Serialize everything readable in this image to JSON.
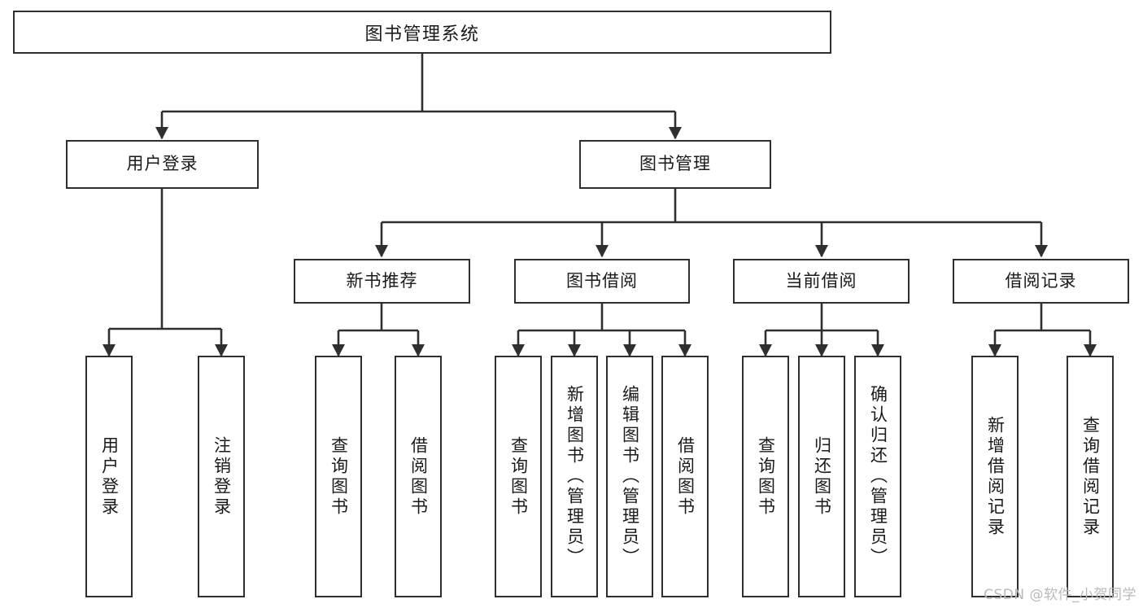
{
  "diagram": {
    "title": "图书管理系统",
    "type": "tree-hierarchy-chart",
    "root": {
      "id": "root",
      "label": "图书管理系统"
    },
    "level1": [
      {
        "id": "user-login",
        "label": "用户登录"
      },
      {
        "id": "book-manage",
        "label": "图书管理"
      }
    ],
    "level2": [
      {
        "id": "new-book-rec",
        "label": "新书推荐",
        "parent": "book-manage"
      },
      {
        "id": "book-borrow",
        "label": "图书借阅",
        "parent": "book-manage"
      },
      {
        "id": "current-borrow",
        "label": "当前借阅",
        "parent": "book-manage"
      },
      {
        "id": "borrow-record",
        "label": "借阅记录",
        "parent": "book-manage"
      }
    ],
    "leaves": [
      {
        "id": "leaf-user-login",
        "label": "用户登录",
        "parent": "user-login"
      },
      {
        "id": "leaf-logout",
        "label": "注销登录",
        "parent": "user-login"
      },
      {
        "id": "leaf-query-book-1",
        "label": "查询图书",
        "parent": "new-book-rec"
      },
      {
        "id": "leaf-borrow-book-1",
        "label": "借阅图书",
        "parent": "new-book-rec"
      },
      {
        "id": "leaf-query-book-2",
        "label": "查询图书",
        "parent": "book-borrow"
      },
      {
        "id": "leaf-add-book",
        "label": "新增图书（管理员）",
        "parent": "book-borrow"
      },
      {
        "id": "leaf-edit-book",
        "label": "编辑图书（管理员）",
        "parent": "book-borrow"
      },
      {
        "id": "leaf-borrow-book-2",
        "label": "借阅图书",
        "parent": "book-borrow"
      },
      {
        "id": "leaf-query-book-3",
        "label": "查询图书",
        "parent": "current-borrow"
      },
      {
        "id": "leaf-return-book",
        "label": "归还图书",
        "parent": "current-borrow"
      },
      {
        "id": "leaf-confirm-return",
        "label": "确认归还（管理员）",
        "parent": "current-borrow"
      },
      {
        "id": "leaf-add-record",
        "label": "新增借阅记录",
        "parent": "borrow-record"
      },
      {
        "id": "leaf-query-record",
        "label": "查询借阅记录",
        "parent": "borrow-record"
      }
    ],
    "watermark": "CSDN @软件_小贺同学",
    "colors": {
      "stroke": "#2f2f2f",
      "fill": "#ffffff",
      "text": "#1a1a1a",
      "watermark": "#b9b9b9"
    }
  }
}
